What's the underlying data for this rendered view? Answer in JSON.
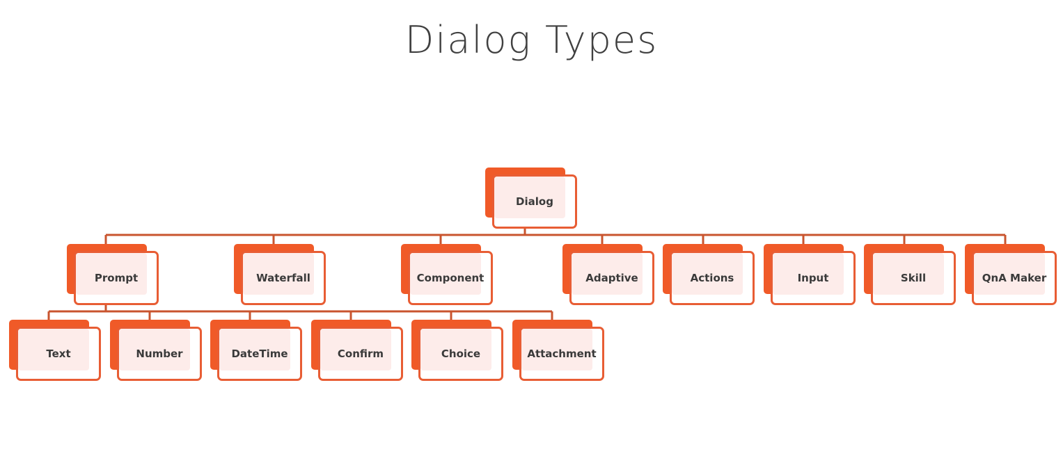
{
  "title": "Dialog Types",
  "colors": {
    "accent": "#f05a28",
    "border": "#e85d34",
    "line": "#c9542e",
    "fill": "#fdecea",
    "text": "#3a3a3a",
    "title": "#404040"
  },
  "nodes": {
    "root": "Dialog",
    "level1": [
      "Prompt",
      "Waterfall",
      "Component",
      "Adaptive",
      "Actions",
      "Input",
      "Skill",
      "QnA Maker"
    ],
    "prompt_children": [
      "Text",
      "Number",
      "DateTime",
      "Confirm",
      "Choice",
      "Attachment"
    ]
  }
}
